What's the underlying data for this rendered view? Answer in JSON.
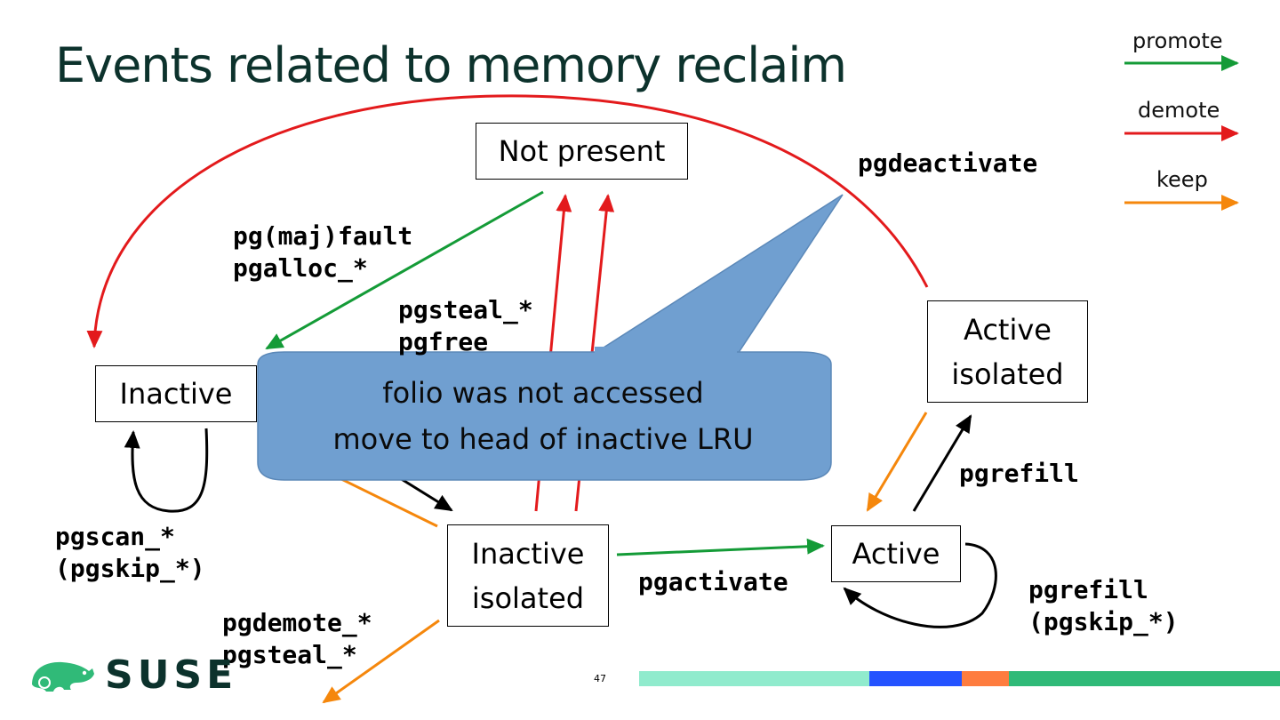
{
  "title": "Events related to memory reclaim",
  "legend": [
    {
      "label": "promote",
      "color": "#149b37"
    },
    {
      "label": "demote",
      "color": "#e31a1c"
    },
    {
      "label": "keep",
      "color": "#f5870c"
    }
  ],
  "nodes": {
    "not_present": "Not present",
    "inactive": "Inactive",
    "active_isolated": "Active\nisolated",
    "inactive_isolated": "Inactive\nisolated",
    "active": "Active"
  },
  "labels": {
    "pgdeactivate": "pgdeactivate",
    "fault_alloc": "pg(maj)fault\npgalloc_*",
    "steal_free": "pgsteal_*\npgfree",
    "refill_top": "pgrefill",
    "scan_skip": "pgscan_*\n(pgskip_*)",
    "activate": "pgactivate",
    "refill_skip": "pgrefill\n(pgskip_*)",
    "demote_steal": "pgdemote_*\npgsteal_*"
  },
  "callout": {
    "text": "folio was not accessed\nmove to head of inactive LRU",
    "fill": "#709fd0"
  },
  "footer": {
    "brand": "SUSE",
    "page_number": "47",
    "bar_colors": [
      "#90ebcd",
      "#2453ff",
      "#fe7c3f",
      "#30ba78"
    ]
  }
}
